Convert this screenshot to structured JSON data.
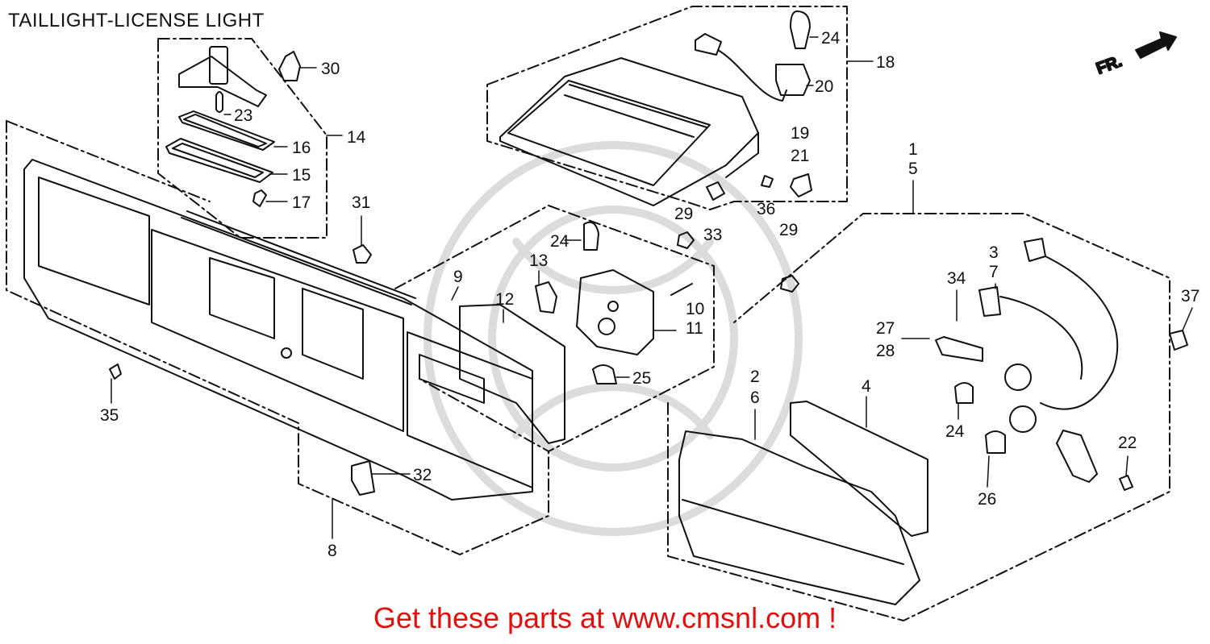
{
  "title": "TAILLIGHT-LICENSE LIGHT",
  "footer": "Get these parts at www.cmsnl.com !",
  "direction_label": "FR.",
  "colors": {
    "line": "#111111",
    "footer": "#e01010",
    "watermark": "#dcdcdc"
  },
  "callouts": [
    "30",
    "23",
    "16",
    "15",
    "17",
    "14",
    "24",
    "20",
    "18",
    "19",
    "21",
    "36",
    "33",
    "29",
    "29",
    "1",
    "5",
    "31",
    "24",
    "13",
    "9",
    "12",
    "10",
    "11",
    "25",
    "3",
    "7",
    "34",
    "27",
    "28",
    "37",
    "35",
    "32",
    "8",
    "2",
    "6",
    "4",
    "24",
    "22",
    "26"
  ]
}
